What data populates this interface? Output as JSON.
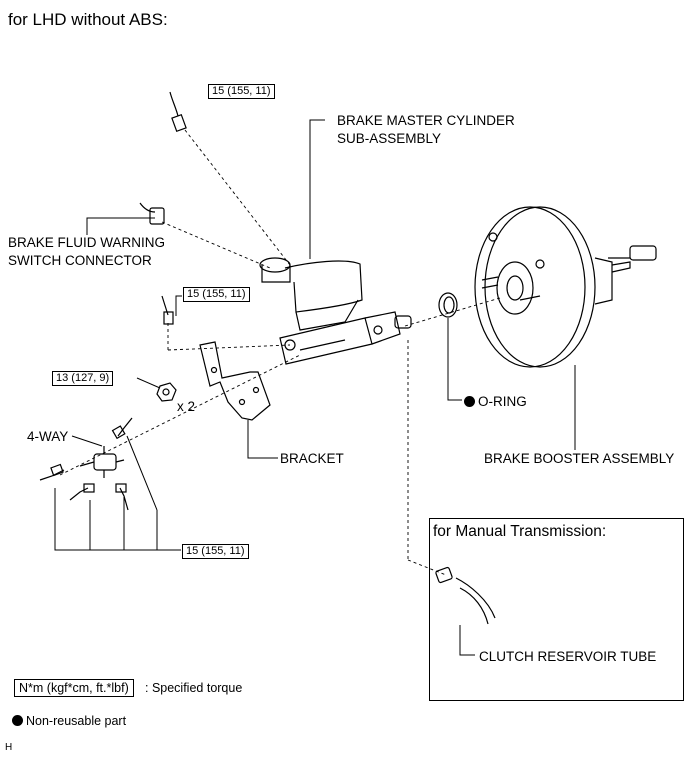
{
  "heading": "for LHD without ABS:",
  "labels": {
    "master_cylinder_1": "BRAKE MASTER CYLINDER",
    "master_cylinder_2": "SUB-ASSEMBLY",
    "warning_switch_1": "BRAKE FLUID WARNING",
    "warning_switch_2": "SWITCH CONNECTOR",
    "four_way": "4-WAY",
    "bracket": "BRACKET",
    "o_ring": "O-RING",
    "booster": "BRAKE BOOSTER ASSEMBLY",
    "times_two": "x 2",
    "clutch_tube": "CLUTCH RESERVOIR TUBE"
  },
  "torques": {
    "top_line": "15 (155, 11)",
    "mid_line": "15 (155, 11)",
    "nut": "13 (127, 9)",
    "lines_bottom": "15 (155, 11)"
  },
  "inset": {
    "title": "for Manual Transmission:"
  },
  "legend": {
    "torque_unit": "N*m (kgf*cm, ft.*lbf)",
    "torque_desc": ": Specified torque",
    "non_reusable": "Non-reusable part"
  },
  "footer_code": "H"
}
